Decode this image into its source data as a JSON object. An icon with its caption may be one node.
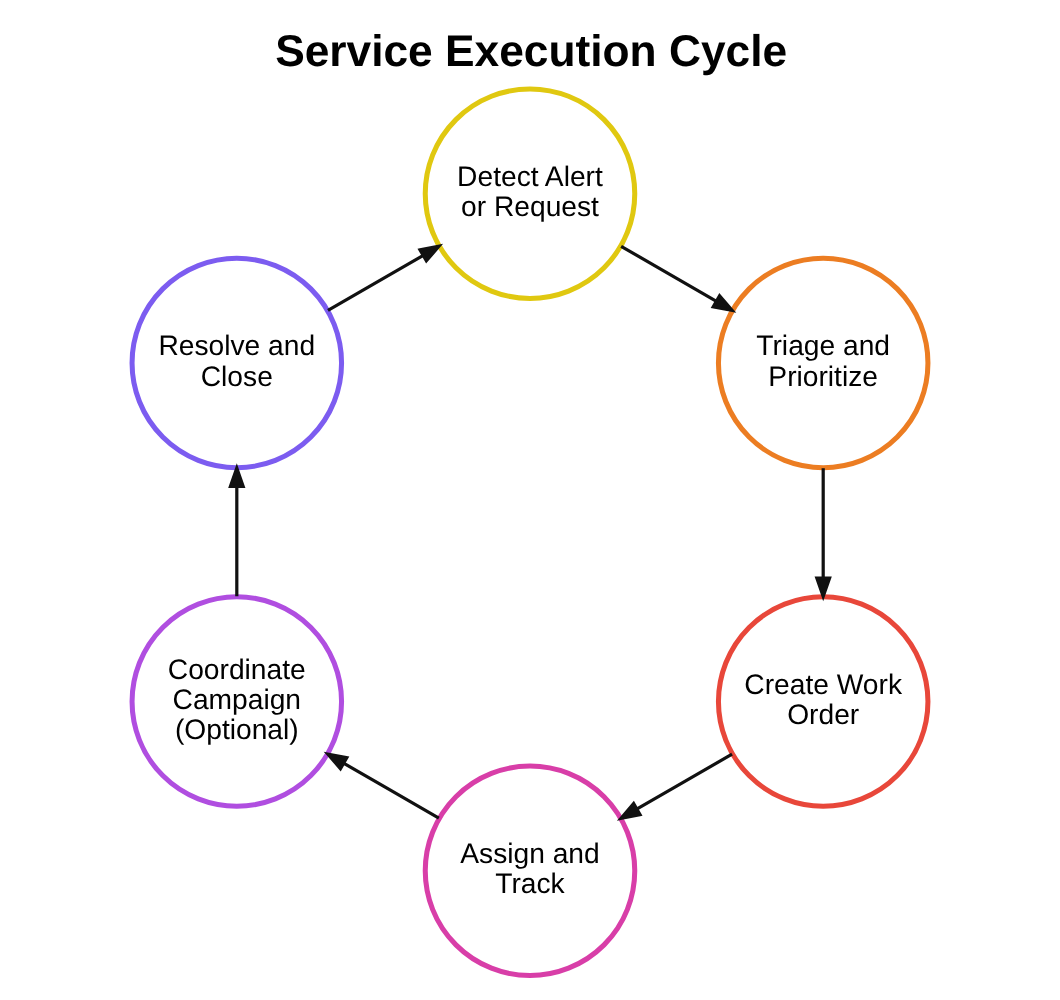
{
  "diagram": {
    "title": "Service Execution Cycle",
    "nodes": [
      {
        "text": [
          "Detect Alert or Request"
        ]
      },
      {
        "text": [
          "Triage and Prioritize"
        ]
      },
      {
        "text": [
          "Create Work Order"
        ]
      },
      {
        "text": [
          "Assign and Track"
        ]
      },
      {
        "text": [
          "Coordinate Campaign (Optional)"
        ]
      },
      {
        "text": [
          "Resolve and Close"
        ]
      }
    ],
    "edges": [
      {
        "from": 0,
        "to": 1,
        "arrow": "to"
      },
      {
        "from": 1,
        "to": 2,
        "arrow": "to"
      },
      {
        "from": 2,
        "to": 3,
        "arrow": "to"
      },
      {
        "from": 3,
        "to": 4,
        "arrow": "to"
      },
      {
        "from": 4,
        "to": 5,
        "arrow": "to"
      },
      {
        "from": 5,
        "to": 0,
        "arrow": "to"
      }
    ]
  }
}
